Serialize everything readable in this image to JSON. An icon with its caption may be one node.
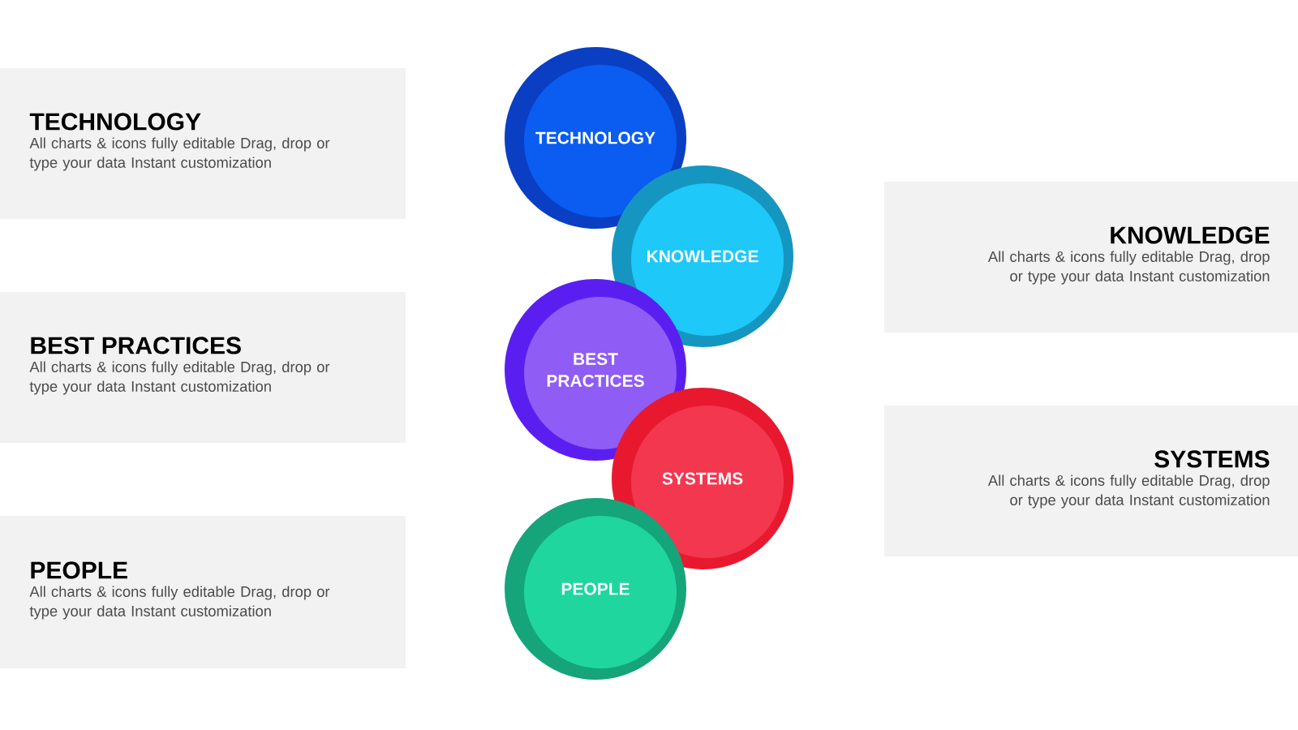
{
  "diagram": {
    "nodes": [
      {
        "text": [
          "TECHNOLOGY",
          "All charts & icons fully editable Drag, drop or type your data Instant customization"
        ]
      },
      {
        "text": [
          "TECHNOLOGY"
        ]
      },
      {
        "text": [
          "KNOWLEDGE"
        ]
      },
      {
        "text": [
          "KNOWLEDGE",
          "All charts & icons fully editable Drag, drop or type your data Instant customization"
        ]
      },
      {
        "text": [
          "BEST PRACTICES",
          "All charts & icons fully editable Drag, drop or type your data Instant customization"
        ]
      },
      {
        "text": [
          "BEST PRACTICES"
        ]
      },
      {
        "text": [
          "SYSTEMS"
        ]
      },
      {
        "text": [
          "SYSTEMS",
          "All charts & icons fully editable Drag, drop or type your data Instant customization"
        ]
      },
      {
        "text": [
          "PEOPLE",
          "All charts & icons fully editable Drag, drop or type your data Instant customization"
        ]
      },
      {
        "text": [
          "PEOPLE"
        ]
      }
    ]
  }
}
